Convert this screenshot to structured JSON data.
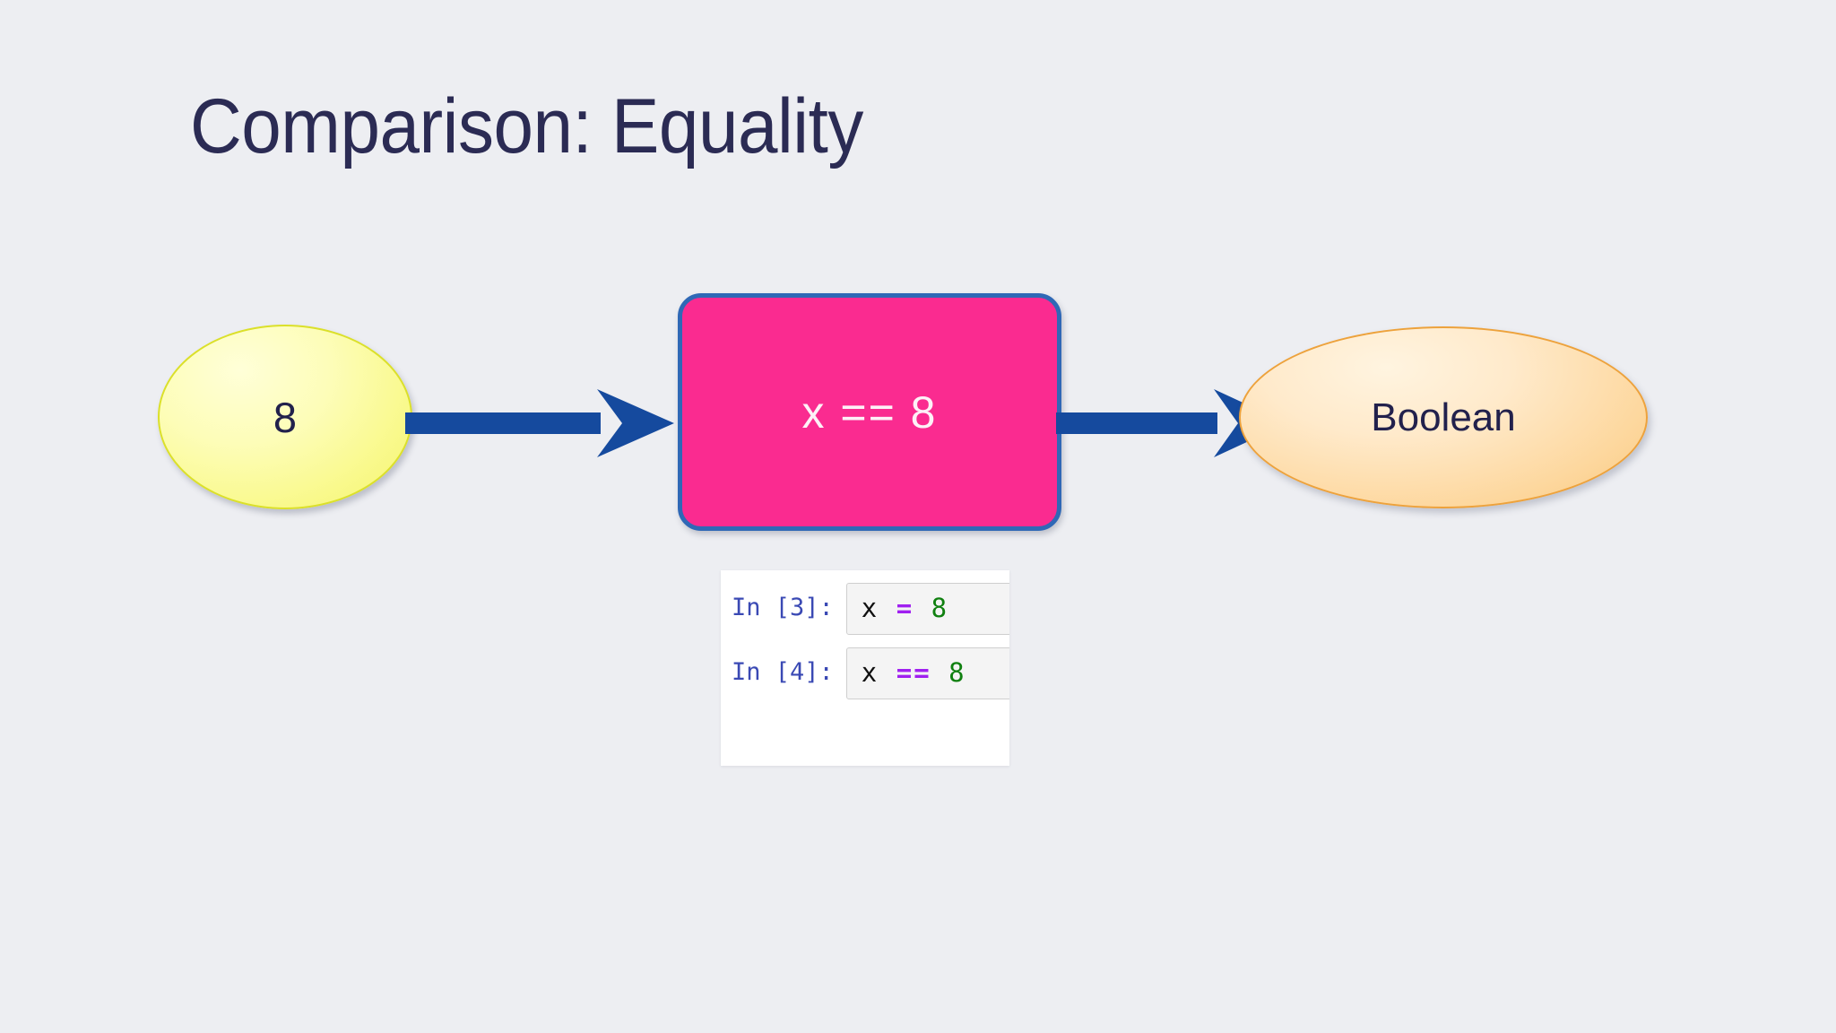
{
  "slide": {
    "title": "Comparison: Equality",
    "background_color": "#edeef2",
    "title_color": "#2b2b54"
  },
  "diagram": {
    "type": "flow",
    "nodes": [
      {
        "id": "input",
        "shape": "ellipse",
        "label": "8",
        "role": "input-value",
        "fill_color": "#f9f98c",
        "border_color": "#dbe02a",
        "text_color": "#22214c"
      },
      {
        "id": "process",
        "shape": "rounded-rectangle",
        "label": "x == 8",
        "role": "expression",
        "fill_color": "#fa2b90",
        "border_color": "#2f68b6",
        "text_color": "#fdf1f7"
      },
      {
        "id": "output",
        "shape": "ellipse",
        "label": "Boolean",
        "role": "result-type",
        "fill_color": "#fdd79d",
        "border_color": "#eda23c",
        "text_color": "#22214c"
      }
    ],
    "arrows": [
      {
        "id": "arrow-1",
        "from": "input",
        "to": "process",
        "color": "#154a9e"
      },
      {
        "id": "arrow-2",
        "from": "process",
        "to": "output",
        "color": "#154a9e"
      }
    ]
  },
  "notebook": {
    "background_color": "#ffffff",
    "prompt_color": "#3a49b4",
    "cells": [
      {
        "prompt": "In [3]:",
        "tokens": [
          {
            "text": "x",
            "kind": "name"
          },
          {
            "text": "=",
            "kind": "op"
          },
          {
            "text": "8",
            "kind": "num"
          }
        ]
      },
      {
        "prompt": "In [4]:",
        "tokens": [
          {
            "text": "x",
            "kind": "name"
          },
          {
            "text": "==",
            "kind": "op"
          },
          {
            "text": "8",
            "kind": "num"
          }
        ]
      }
    ]
  }
}
